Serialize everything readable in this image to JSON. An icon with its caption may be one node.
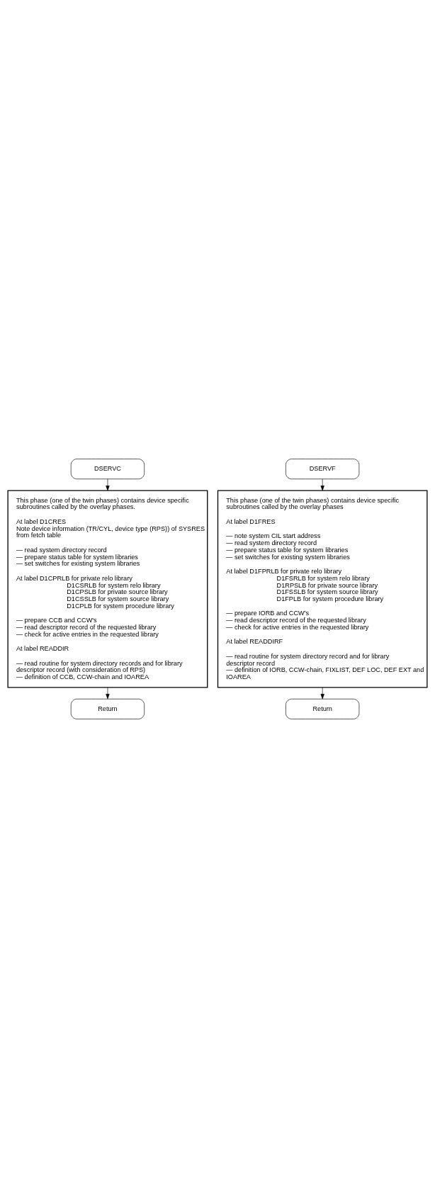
{
  "diagram": {
    "nodes": [
      {
        "text": [
          "DSERVC"
        ]
      },
      {
        "text": [
          "This phase (one of the twin phases) contains device specific subroutines called by the overlay phases.",
          "At label D1CRES",
          "Note device information (TR/CYL, device type (RPS)) of SYSRES from fetch table",
          "— read system directory record",
          "— prepare status table for system libraries",
          "— set switches for existing system libraries",
          "At label D1CPRLB for private relo library",
          "D1CSRLB for system relo library",
          "D1CPSLB for private source library",
          "D1CSSLB for system source library",
          "D1CPLB for system procedure library",
          "— prepare CCB and CCW's",
          "— read descriptor record of the requested library",
          "— check for active entries in the requested library",
          "At label READDIR",
          "— read routine for system directory records and for library descriptor record (with consideration of RPS)",
          "— definition of CCB, CCW-chain and IOAREA"
        ]
      },
      {
        "text": [
          "Return"
        ]
      },
      {
        "text": [
          "DSERVF"
        ]
      },
      {
        "text": [
          "This phase (one of the twin phases) contains device specific subroutines called by the overlay phases",
          "At label D1FRES",
          "— note system CIL start address",
          "— read system directory record",
          "— prepare status table for system libraries",
          "— set switches for existing system libraries",
          "At label D1FPRLB for private relo library",
          "D1FSRLB for system relo library",
          "D1RPSLB for private source library",
          "D1FSSLB for system source library",
          "D1FPLB for system procedure library",
          "— prepare IORB and CCW's",
          "— read descriptor record of the requested library",
          "— check for active entries in the requested library",
          "At label READDIRF",
          "— read routine for system directory record and for library descriptor record",
          "— definition of IORB, CCW-chain, FIXLIST, DEF LOC, DEF EXT and IOAREA"
        ]
      },
      {
        "text": [
          "Return"
        ]
      }
    ],
    "edges": [
      {
        "from": 0,
        "to": 1,
        "arrow": "to"
      },
      {
        "from": 1,
        "to": 2,
        "arrow": "to"
      },
      {
        "from": 3,
        "to": 4,
        "arrow": "to"
      },
      {
        "from": 4,
        "to": 5,
        "arrow": "to"
      }
    ]
  }
}
